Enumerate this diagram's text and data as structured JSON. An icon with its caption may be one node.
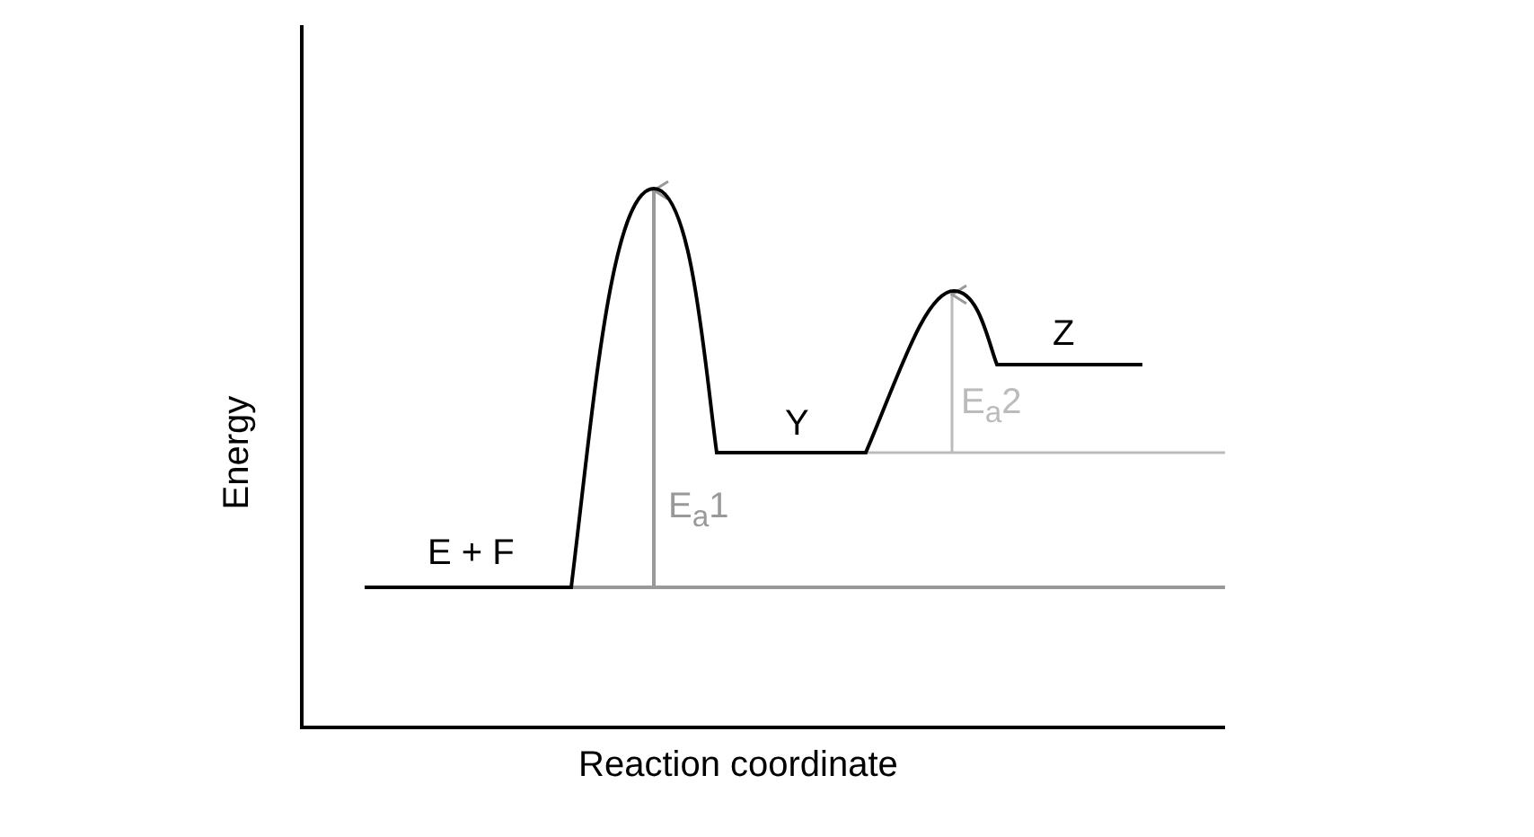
{
  "diagram": {
    "labels": [
      "Energy",
      "Reaction coordinate",
      "E + F",
      "Y",
      "Z",
      "E$_{a}$1",
      "E$_{a}$2"
    ]
  }
}
